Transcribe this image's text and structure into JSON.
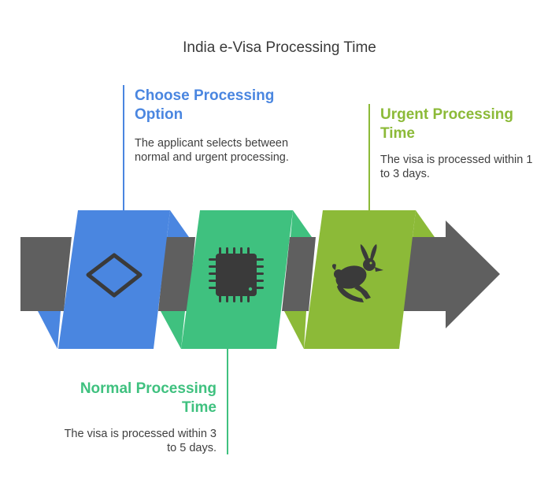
{
  "title": "India e-Visa Processing Time",
  "colors": {
    "blue": "#4a86e0",
    "green": "#3fc17f",
    "lime": "#8cba38",
    "arrow": "#5f5f5f",
    "icon": "#3a3a3a"
  },
  "steps": [
    {
      "title": "Choose Processing Option",
      "description": "The applicant selects between normal and urgent processing.",
      "icon": "diamond-icon"
    },
    {
      "title": "Normal Processing Time",
      "description": "The visa is processed within 3 to 5 days.",
      "icon": "chip-icon"
    },
    {
      "title": "Urgent Processing Time",
      "description": "The visa is processed within 1 to 3 days.",
      "icon": "rabbit-icon"
    }
  ]
}
